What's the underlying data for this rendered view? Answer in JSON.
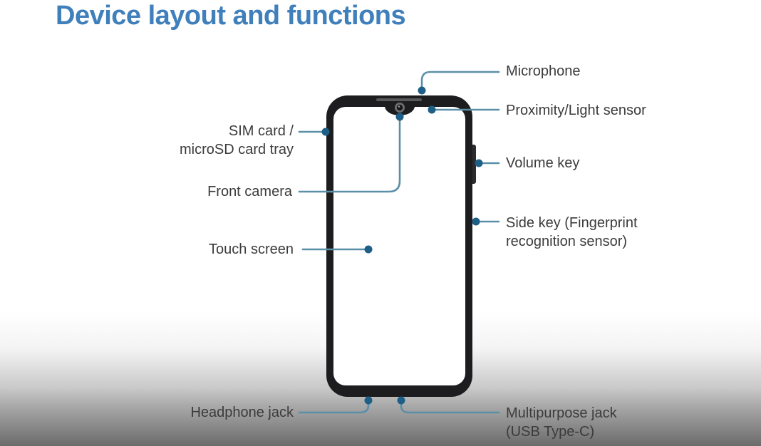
{
  "title": "Device layout and functions",
  "colors": {
    "title_blue": "#3f7fbb",
    "label_text": "#3b3b3b",
    "callout_line": "#5b8fa7",
    "callout_dot": "#1d5f87",
    "phone_body": "#1d1d1f",
    "background_bottom": "#6b6b6b"
  },
  "labels": {
    "microphone": "Microphone",
    "proximity_light_sensor": "Proximity/Light sensor",
    "volume_key": "Volume key",
    "side_key_line1": "Side key (Fingerprint",
    "side_key_line2": "recognition sensor)",
    "multipurpose_jack_line1": "Multipurpose jack",
    "multipurpose_jack_line2": "(USB Type-C)",
    "sim_line1": "SIM card /",
    "sim_line2": "microSD card tray",
    "front_camera": "Front camera",
    "touch_screen": "Touch screen",
    "headphone_jack": "Headphone jack"
  }
}
